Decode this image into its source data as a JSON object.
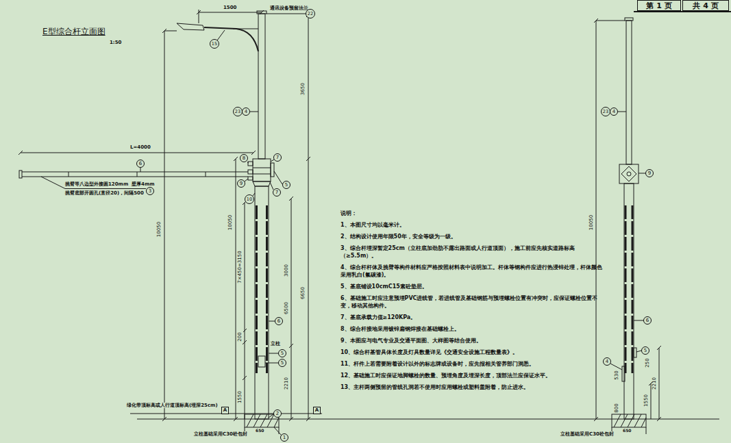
{
  "diagram": {
    "title": "E型综合杆立面图",
    "nodes": [
      {
        "text": [
          "第 1 页"
        ]
      },
      {
        "text": [
          "共 4 页"
        ]
      }
    ],
    "labels": [
      "1:50",
      "1500",
      "通讯设备预留法兰",
      "22",
      "15",
      "23",
      "4",
      "3650",
      "L=4000",
      "6",
      "8",
      "7",
      "9",
      "5",
      "7",
      "10",
      "挑臂等八边型外接圆120mm  壁厚4mm",
      "3",
      "挑臂底部开圆孔(直径20)，间隔500",
      "10050",
      "10050",
      "7×450=3150",
      "3000",
      "6500",
      "6650",
      "200",
      "6",
      "立柱",
      "5",
      "5",
      "1550",
      "2210",
      "A",
      "A",
      "绿化带顶标高或人行道顶标高(埋深25cm)",
      "2",
      "650",
      "立柱基础采用C30砼包封",
      "1",
      "23",
      "4",
      "9",
      "10050",
      "6",
      "4",
      "5",
      "530",
      "250",
      "2210",
      "1550",
      "800",
      "650",
      "立柱基础采用C30砼包封",
      "说明：",
      "1、本图尺寸均以毫米计。",
      "2、结构设计使用年限50年，安全等级为一级。",
      "3、综合杆埋深暂定25cm（立柱底加劲肋不露出路面或人行道顶面），施工前应先核实道路标高（≥5.5m）。",
      "4、综合杆杆体及挑臂等构件材料应严格按照材料表中说明加工。杆体等钢构件应进行热浸锌处理，杆体颜色采用乳白(氟碳漆)。",
      "5、基底铺设10cmC15素砼垫层。",
      "6、基础施工时应注意预埋PVC进线管，若进线管及基础钢筋与预埋螺栓位置有冲突时，应保证螺栓位置不变，移动其他构件。",
      "7、基底承载力值≥120KPa。",
      "8、综合杆接地采用镀锌扁钢焊接在基础螺栓上。",
      "9、本图应与电气专业及交通平面图、大样图等结合使用。",
      "10、综合杆基管具体长度及灯具数量详见《交通安全设施工程数量表》。",
      "11、杆件上若需要附着设计以外的标志牌或设备时，应先报相关管养部门洞悉。",
      "12、基础施工时应保证地脚螺栓的数量、预埋角度及埋深长度，顶部法兰应保证水平。",
      "13、主杆两侧预留的管线孔洞若不使用时应用螺栓或塑料盖附着，防止进水。"
    ]
  }
}
